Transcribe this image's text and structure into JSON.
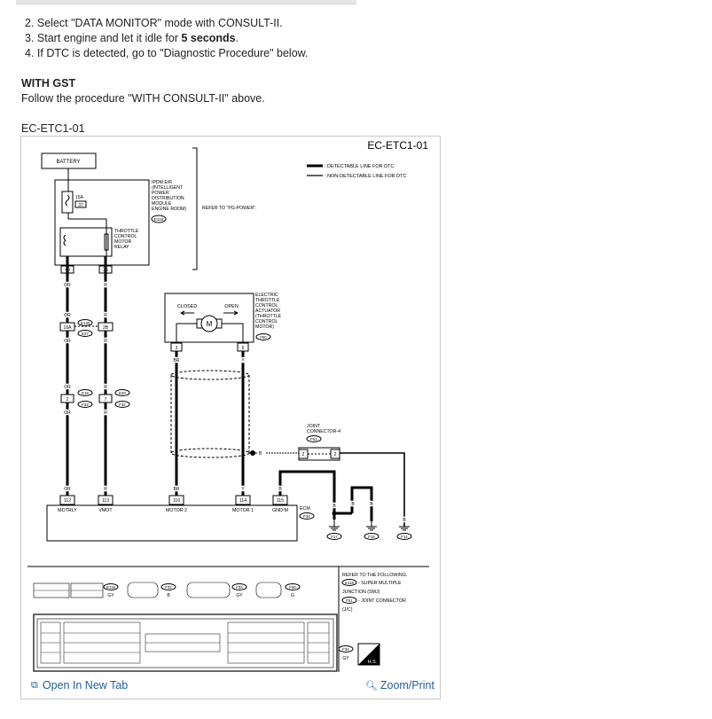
{
  "steps": [
    "2. Select \"DATA MONITOR\" mode with CONSULT-II.",
    "3. Start engine and let it idle for ",
    "5 seconds",
    ".",
    "4. If DTC is detected, go to \"Diagnostic Procedure\" below."
  ],
  "gst": {
    "heading": "WITH GST",
    "text": "Follow the procedure \"WITH CONSULT-II\" above."
  },
  "figure_label": "EC-ETC1-01",
  "diagram": {
    "title": "EC-ETC1-01",
    "legend": [
      ": DETECTABLE LINE FOR DTC",
      ": NON-DETECTABLE LINE FOR DTC"
    ],
    "battery": "BATTERY",
    "ipdm": [
      "IPDM E/R",
      "(INTELLIGENT",
      "POWER",
      "DISTRIBUTION",
      "MODULE",
      "ENGINE ROOM)"
    ],
    "ipdm_conn": "E118",
    "refer_power": "REFER TO \"PG-POWER\".",
    "fuse": [
      "15A",
      "37"
    ],
    "relay": [
      "THROTTLE",
      "CONTROL",
      "MOTOR",
      "RELAY"
    ],
    "pins": [
      "40",
      "36",
      "16A",
      "2B",
      "2",
      "7",
      "3",
      "6",
      "112",
      "113",
      "116",
      "114",
      "115",
      "2",
      "2"
    ],
    "wires": [
      "OR",
      "R",
      "BR",
      "Y",
      "B"
    ],
    "conns": [
      "E130",
      "E27",
      "E19",
      "F33",
      "E20",
      "F32",
      "F50",
      "F51",
      "F34",
      "F17",
      "F15",
      "F14"
    ],
    "actuator": [
      "ELECTRIC",
      "THROTTLE",
      "CONTROL",
      "ACTUATOR",
      "(THROTTLE",
      "CONTROL",
      "MOTOR)"
    ],
    "closed": "CLOSED",
    "open": "OPEN",
    "motor": "M",
    "joint": [
      "JOINT",
      "CONNECTOR-4"
    ],
    "ecm_pins": [
      "MOTRLY",
      "VMOT",
      "MOTOR 2",
      "MOTOR 1",
      "GND-M"
    ],
    "ecm": "ECM",
    "refer_following": [
      "REFER TO THE FOLLOWING.",
      "- SUPER MULTIPLE",
      "JUNCTION (SMJ)",
      "- JOINT CONNECTOR",
      "(J/C)"
    ],
    "refer_conns": [
      "E118",
      "F51"
    ],
    "gy": "GY",
    "b": "B",
    "g": "G",
    "hs": "H.S."
  },
  "footer": {
    "open_tab": "Open In New Tab",
    "zoom": "Zoom/Print"
  },
  "colors": {
    "link": "#1f5f9e",
    "wire": "#000000"
  }
}
